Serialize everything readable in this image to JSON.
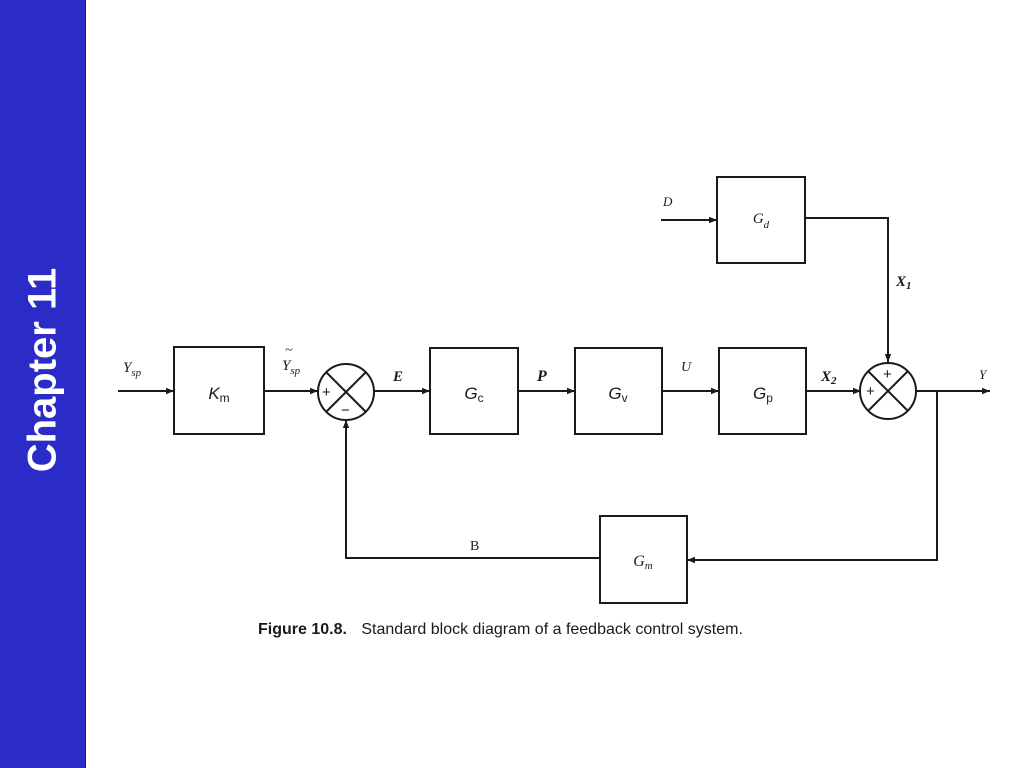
{
  "colors": {
    "sidebar": "#2b2bc8",
    "sidebar_text": "#ffffff",
    "line": "#1a1a1a"
  },
  "sidebar": {
    "title": "Chapter 11"
  },
  "diagram": {
    "blocks": {
      "km": "K",
      "km_sub": "m",
      "gc": "G",
      "gc_sub": "c",
      "gv": "G",
      "gv_sub": "v",
      "gp": "G",
      "gp_sub": "p",
      "gd": "G",
      "gd_sub": "d",
      "gm": "G",
      "gm_sub": "m"
    },
    "signals": {
      "ysp": "Y",
      "ysp_sub": "sp",
      "ysp_tilde": "Y",
      "ysp_tilde_accent": "~",
      "ysp_tilde_sub": "sp",
      "e": "E",
      "p": "P",
      "u": "U",
      "x2": "X",
      "x2_sub": "2",
      "x1": "X",
      "x1_sub": "1",
      "d": "D",
      "y": "Y",
      "b": "B"
    },
    "signs": {
      "sum1_left": "+",
      "sum1_bottom": "−",
      "sum2_top": "+",
      "sum2_left": "+"
    },
    "caption": {
      "label": "Figure 10.8.",
      "text": "Standard block diagram of a feedback control system."
    }
  }
}
